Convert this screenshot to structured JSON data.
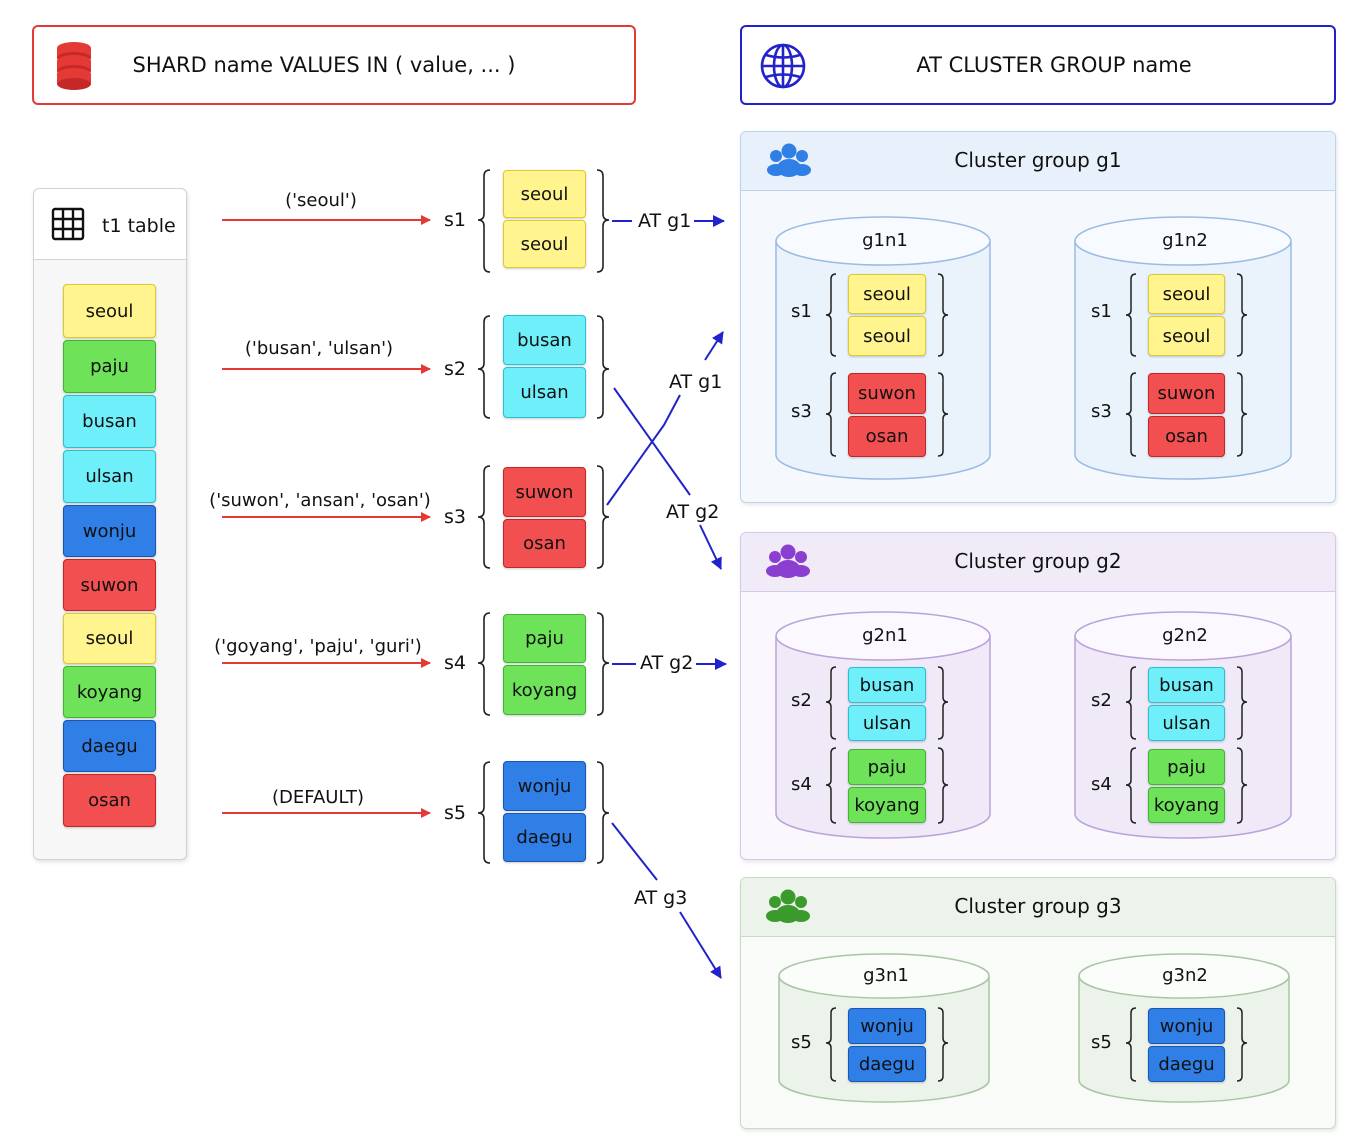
{
  "header": {
    "shard_syntax": "SHARD name VALUES IN ( value, ... )",
    "cluster_syntax": "AT CLUSTER GROUP name",
    "db_icon": "database-icon",
    "globe_icon": "globe-icon"
  },
  "table": {
    "title": "t1 table",
    "icon": "table-grid-icon",
    "rows": [
      "seoul",
      "paju",
      "busan",
      "ulsan",
      "wonju",
      "suwon",
      "seoul",
      "koyang",
      "daegu",
      "osan"
    ]
  },
  "shards": [
    {
      "name": "s1",
      "condition": "('seoul')",
      "values": [
        "seoul",
        "seoul"
      ]
    },
    {
      "name": "s2",
      "condition": "('busan', 'ulsan')",
      "values": [
        "busan",
        "ulsan"
      ]
    },
    {
      "name": "s3",
      "condition": "('suwon', 'ansan', 'osan')",
      "values": [
        "suwon",
        "osan"
      ]
    },
    {
      "name": "s4",
      "condition": "('goyang', 'paju', 'guri')",
      "values": [
        "paju",
        "koyang"
      ]
    },
    {
      "name": "s5",
      "condition": "(DEFAULT)",
      "values": [
        "wonju",
        "daegu"
      ]
    }
  ],
  "assignments": {
    "s1": "AT g1",
    "s3": "AT g1",
    "s2": "AT g2",
    "s4": "AT g2",
    "s5": "AT g3"
  },
  "groups": [
    {
      "title": "Cluster group g1",
      "icon": "users-icon",
      "nodes": [
        {
          "name": "g1n1",
          "shards": [
            {
              "name": "s1",
              "values": [
                "seoul",
                "seoul"
              ]
            },
            {
              "name": "s3",
              "values": [
                "suwon",
                "osan"
              ]
            }
          ]
        },
        {
          "name": "g1n2",
          "shards": [
            {
              "name": "s1",
              "values": [
                "seoul",
                "seoul"
              ]
            },
            {
              "name": "s3",
              "values": [
                "suwon",
                "osan"
              ]
            }
          ]
        }
      ]
    },
    {
      "title": "Cluster group g2",
      "icon": "users-icon",
      "nodes": [
        {
          "name": "g2n1",
          "shards": [
            {
              "name": "s2",
              "values": [
                "busan",
                "ulsan"
              ]
            },
            {
              "name": "s4",
              "values": [
                "paju",
                "koyang"
              ]
            }
          ]
        },
        {
          "name": "g2n2",
          "shards": [
            {
              "name": "s2",
              "values": [
                "busan",
                "ulsan"
              ]
            },
            {
              "name": "s4",
              "values": [
                "paju",
                "koyang"
              ]
            }
          ]
        }
      ]
    },
    {
      "title": "Cluster group g3",
      "icon": "users-icon",
      "nodes": [
        {
          "name": "g3n1",
          "shards": [
            {
              "name": "s5",
              "values": [
                "wonju",
                "daegu"
              ]
            }
          ]
        },
        {
          "name": "g3n2",
          "shards": [
            {
              "name": "s5",
              "values": [
                "wonju",
                "daegu"
              ]
            }
          ]
        }
      ]
    }
  ],
  "colors": {
    "seoul": "#fff48d",
    "paju": "#6ee35a",
    "koyang": "#6ee35a",
    "busan": "#6eeffa",
    "ulsan": "#6eeffa",
    "wonju": "#2f7fe6",
    "daegu": "#2f7fe6",
    "suwon": "#f25050",
    "osan": "#f25050",
    "shard_arrow": "#e53935",
    "group_arrow": "#2222cc"
  }
}
